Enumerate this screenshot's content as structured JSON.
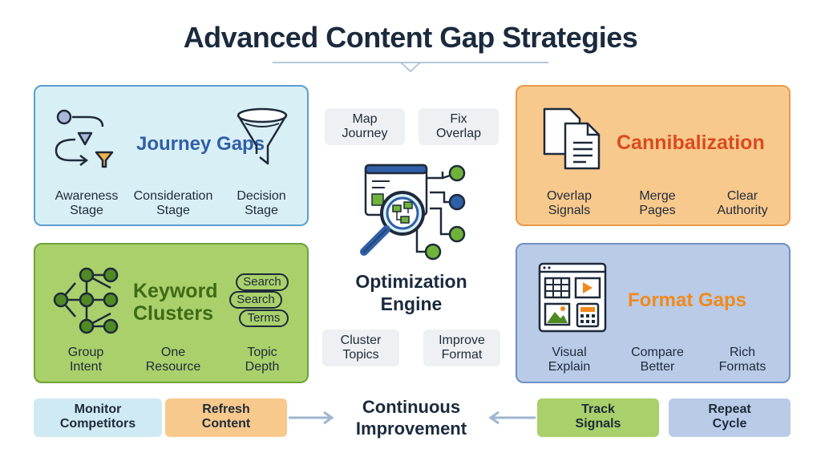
{
  "title": "Advanced Content Gap Strategies",
  "colors": {
    "journey_bg": "#d9eff6",
    "journey_title": "#2f5fa8",
    "cannibal_bg": "#f8c98c",
    "cannibal_title": "#db4a1e",
    "keyword_bg": "#a9d06a",
    "keyword_title": "#3d6b16",
    "format_bg": "#b9cbe7",
    "format_title": "#f08a1c"
  },
  "journey": {
    "title": "Journey Gaps",
    "icons": [
      "flow-icon",
      "funnel-icon"
    ],
    "stages": [
      {
        "line1": "Awareness",
        "line2": "Stage"
      },
      {
        "line1": "Consideration",
        "line2": "Stage"
      },
      {
        "line1": "Decision",
        "line2": "Stage"
      }
    ]
  },
  "cannibalization": {
    "title": "Cannibalization",
    "icons": [
      "overlapping-documents-icon"
    ],
    "items": [
      {
        "line1": "Overlap",
        "line2": "Signals"
      },
      {
        "line1": "Merge",
        "line2": "Pages"
      },
      {
        "line1": "Clear",
        "line2": "Authority"
      }
    ]
  },
  "keyword": {
    "title_line1": "Keyword",
    "title_line2": "Clusters",
    "icons": [
      "network-tree-icon"
    ],
    "tags": [
      "Search",
      "Search",
      "Terms"
    ],
    "items": [
      {
        "line1": "Group",
        "line2": "Intent"
      },
      {
        "line1": "One",
        "line2": "Resource"
      },
      {
        "line1": "Topic",
        "line2": "Depth"
      }
    ]
  },
  "format": {
    "title": "Format Gaps",
    "icons": [
      "media-formats-icon"
    ],
    "items": [
      {
        "line1": "Visual",
        "line2": "Explain"
      },
      {
        "line1": "Compare",
        "line2": "Better"
      },
      {
        "line1": "Rich",
        "line2": "Formats"
      }
    ]
  },
  "center": {
    "chips_top": [
      {
        "line1": "Map",
        "line2": "Journey"
      },
      {
        "line1": "Fix",
        "line2": "Overlap"
      }
    ],
    "chips_bottom": [
      {
        "line1": "Cluster",
        "line2": "Topics"
      },
      {
        "line1": "Improve",
        "line2": "Format"
      }
    ],
    "engine_line1": "Optimization",
    "engine_line2": "Engine",
    "engine_icon": "magnifier-analysis-icon"
  },
  "bottom": {
    "left_pills": [
      {
        "line1": "Monitor",
        "line2": "Competitors",
        "color": "#cfeaf3"
      },
      {
        "line1": "Refresh",
        "line2": "Content",
        "color": "#f8c98c"
      }
    ],
    "center_line1": "Continuous",
    "center_line2": "Improvement",
    "right_pills": [
      {
        "line1": "Track",
        "line2": "Signals",
        "color": "#a9d06a"
      },
      {
        "line1": "Repeat",
        "line2": "Cycle",
        "color": "#b9cbe7"
      }
    ]
  }
}
